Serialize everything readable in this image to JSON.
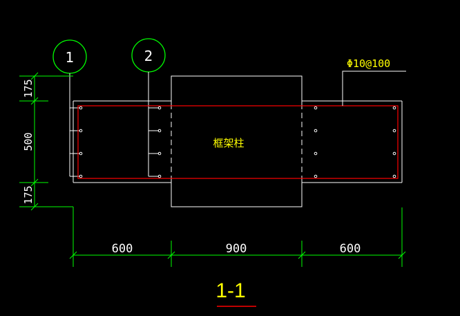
{
  "axes": [
    {
      "label": "1"
    },
    {
      "label": "2"
    }
  ],
  "rebar_spec": "Φ10@100",
  "column_label": "框架柱",
  "section_title": "1-1",
  "dims_horizontal": [
    "600",
    "900",
    "600"
  ],
  "dims_vertical": [
    "175",
    "500",
    "175"
  ],
  "colors": {
    "background": "#000000",
    "outline": "#ffffff",
    "dimension": "#00ff00",
    "rebar": "#ff0000",
    "text_highlight": "#ffff00",
    "axis_circle": "#00ff00"
  }
}
